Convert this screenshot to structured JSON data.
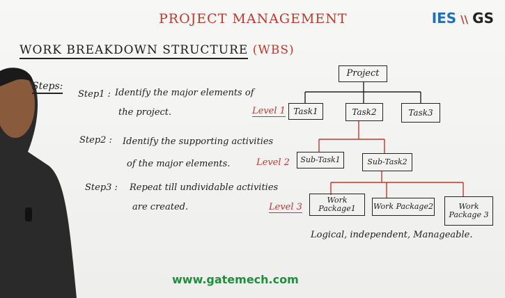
{
  "header": {
    "title": "PROJECT MANAGEMENT",
    "logo_left": "IES",
    "logo_sep": "\\\\",
    "logo_right": "GS"
  },
  "section_title": {
    "main": "WORK BREAKDOWN STRUCTURE",
    "abbr": "(WBS)"
  },
  "steps": {
    "heading": "Steps:",
    "items": [
      {
        "label": "Step1 :",
        "line1": "Identify the major elements of",
        "line2": "the project."
      },
      {
        "label": "Step2 :",
        "line1": "Identify the supporting activities",
        "line2": "of the major elements."
      },
      {
        "label": "Step3 :",
        "line1": "Repeat till undividable activities",
        "line2": "are created."
      }
    ]
  },
  "levels": [
    "Level 1",
    "Level 2",
    "Level 3"
  ],
  "tree": {
    "root": "Project",
    "level1": [
      "Task1",
      "Task2",
      "Task3"
    ],
    "level2": [
      "Sub-Task1",
      "Sub-Task2"
    ],
    "level3": [
      "Work Package1",
      "Work Package2",
      "Work Package 3"
    ]
  },
  "note": "Logical, independent, Manageable.",
  "footer": {
    "website": "www.gatemech.com"
  }
}
